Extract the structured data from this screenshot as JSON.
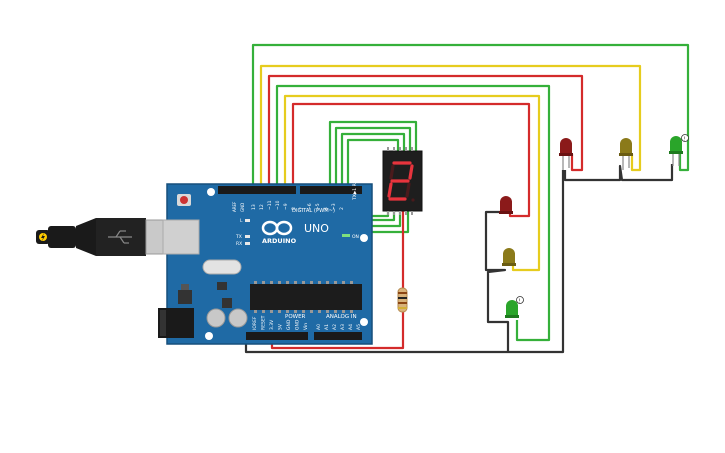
{
  "board": {
    "logo_text": "ARDUINO",
    "model_text": "UNO",
    "digital_label": "DIGITAL (PWM~)",
    "power_label": "POWER",
    "analog_label": "ANALOG IN",
    "on_label": "ON",
    "tx_label": "TX",
    "rx_label": "RX",
    "l_label": "L",
    "aref_label": "AREF",
    "gnd_label": "GND",
    "txrx_pins": "TX▶1  RX◀0",
    "digital_pins": [
      "13",
      "12",
      "~11",
      "~10",
      "~9",
      "8",
      "7",
      "~6",
      "~5",
      "4",
      "~3",
      "2"
    ],
    "power_pins": [
      "IOREF",
      "RESET",
      "3.3V",
      "5V",
      "GND",
      "GND",
      "Vin"
    ],
    "analog_pins": [
      "A0",
      "A1",
      "A2",
      "A3",
      "A4",
      "A5"
    ]
  },
  "display": {
    "digit": "2",
    "segment_color": "#e8343d"
  },
  "leds": [
    {
      "id": "top-red",
      "color": "#8b1a1a"
    },
    {
      "id": "top-yellow",
      "color": "#8b7a1a"
    },
    {
      "id": "top-green",
      "color": "#2aa52a"
    },
    {
      "id": "side-red",
      "color": "#8b1a1a"
    },
    {
      "id": "side-yellow",
      "color": "#8b7a1a"
    },
    {
      "id": "side-green",
      "color": "#2aa52a"
    }
  ],
  "wire_colors": {
    "green": "#35b03a",
    "yellow": "#e6cc1e",
    "red": "#d42b2b",
    "black": "#333333"
  }
}
